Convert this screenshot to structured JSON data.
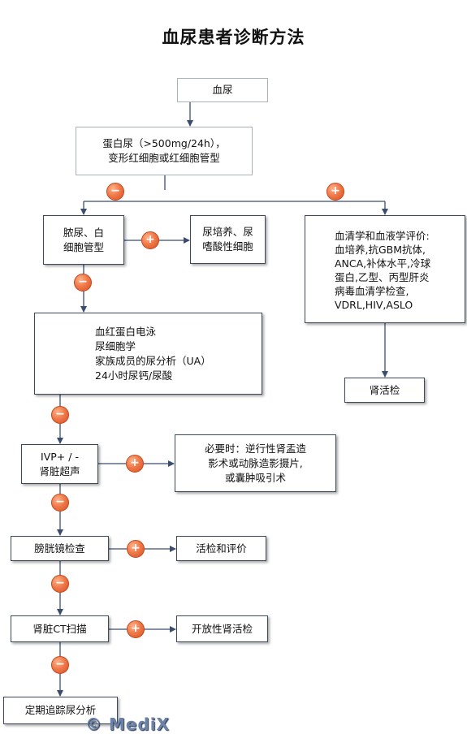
{
  "title": "血尿患者诊断方法",
  "nodes": {
    "hematuria": "血尿",
    "proteinuria": "蛋白尿（>500mg/24h），\n变形红细胞或红细胞管型",
    "casts": "脓尿、白\n细胞管型",
    "urine_culture": "尿培养、尿\n嗜酸性细胞",
    "serology": "血清学和血液学评价:\n血培养,抗GBM抗体,\nANCA,补体水平,冷球\n蛋白,乙型、丙型肝炎\n病毒血清学检查,\nVDRL,HIV,ASLO",
    "renal_biopsy": "肾活检",
    "workup": "血红蛋白电泳\n尿细胞学\n家族成员的尿分析（UA）\n24小时尿钙/尿酸",
    "ivp": "IVP+ / -\n肾脏超声",
    "if_needed": "必要时：逆行性肾盂造\n影术或动脉造影摄片,\n或囊肿吸引术",
    "cystoscopy": "膀胱镜检查",
    "biopsy_eval": "活检和评价",
    "renal_ct": "肾脏CT扫描",
    "open_biopsy": "开放性肾活检",
    "follow_up": "定期追踪尿分析"
  },
  "signs": {
    "minus": "−",
    "plus": "+"
  },
  "watermark": "© MediX",
  "colors": {
    "line": "#3a4d6e",
    "sign": "#e8642f"
  }
}
